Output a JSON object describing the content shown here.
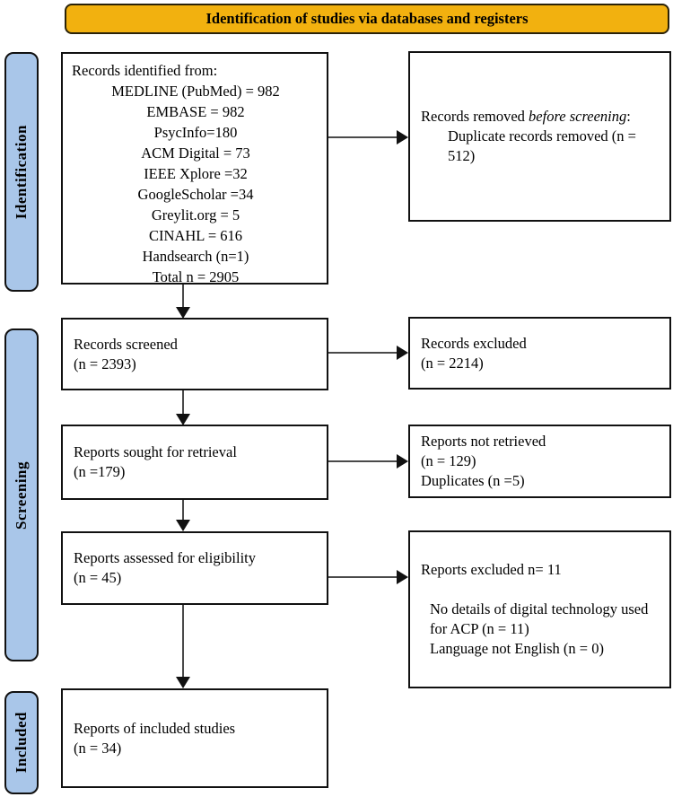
{
  "header": {
    "title": "Identification of studies via databases and registers"
  },
  "stages": {
    "identification": "Identification",
    "screening": "Screening",
    "included": "Included"
  },
  "boxes": {
    "records_identified": {
      "title": "Records identified from:",
      "lines": [
        "MEDLINE (PubMed) = 982",
        "EMBASE = 982",
        "PsycInfo=180",
        "ACM Digital = 73",
        "IEEE Xplore =32",
        "GoogleScholar =34",
        "Greylit.org = 5",
        "CINAHL = 616",
        "Handsearch (n=1)",
        "Total n = 2905"
      ]
    },
    "records_removed": {
      "prefix": "Records removed ",
      "italic": "before screening",
      "suffix": ":",
      "detail": "Duplicate records removed  (n = 512)"
    },
    "records_screened": {
      "line1": "Records screened",
      "line2": "(n = 2393)"
    },
    "records_excluded": {
      "line1": "Records excluded",
      "line2": "(n = 2214)"
    },
    "reports_sought": {
      "line1": "Reports sought for retrieval",
      "line2": "(n =179)"
    },
    "reports_not_retrieved": {
      "line1": "Reports not retrieved",
      "line2": "(n = 129)",
      "line3": "Duplicates (n =5)"
    },
    "reports_assessed": {
      "line1": "Reports assessed for eligibility",
      "line2": "(n = 45)"
    },
    "reports_excluded": {
      "title": "Reports excluded n= 11",
      "reasons": [
        "No details of digital technology used for ACP (n = 11)",
        "Language not English (n = 0)"
      ]
    },
    "reports_included": {
      "line1": "Reports of included studies",
      "line2": "(n = 34)"
    }
  },
  "colors": {
    "header_fill": "#F2B10F",
    "sidebar_fill": "#A9C6E9",
    "box_border": "#111111",
    "arrow_line": "#4a4a4a"
  }
}
